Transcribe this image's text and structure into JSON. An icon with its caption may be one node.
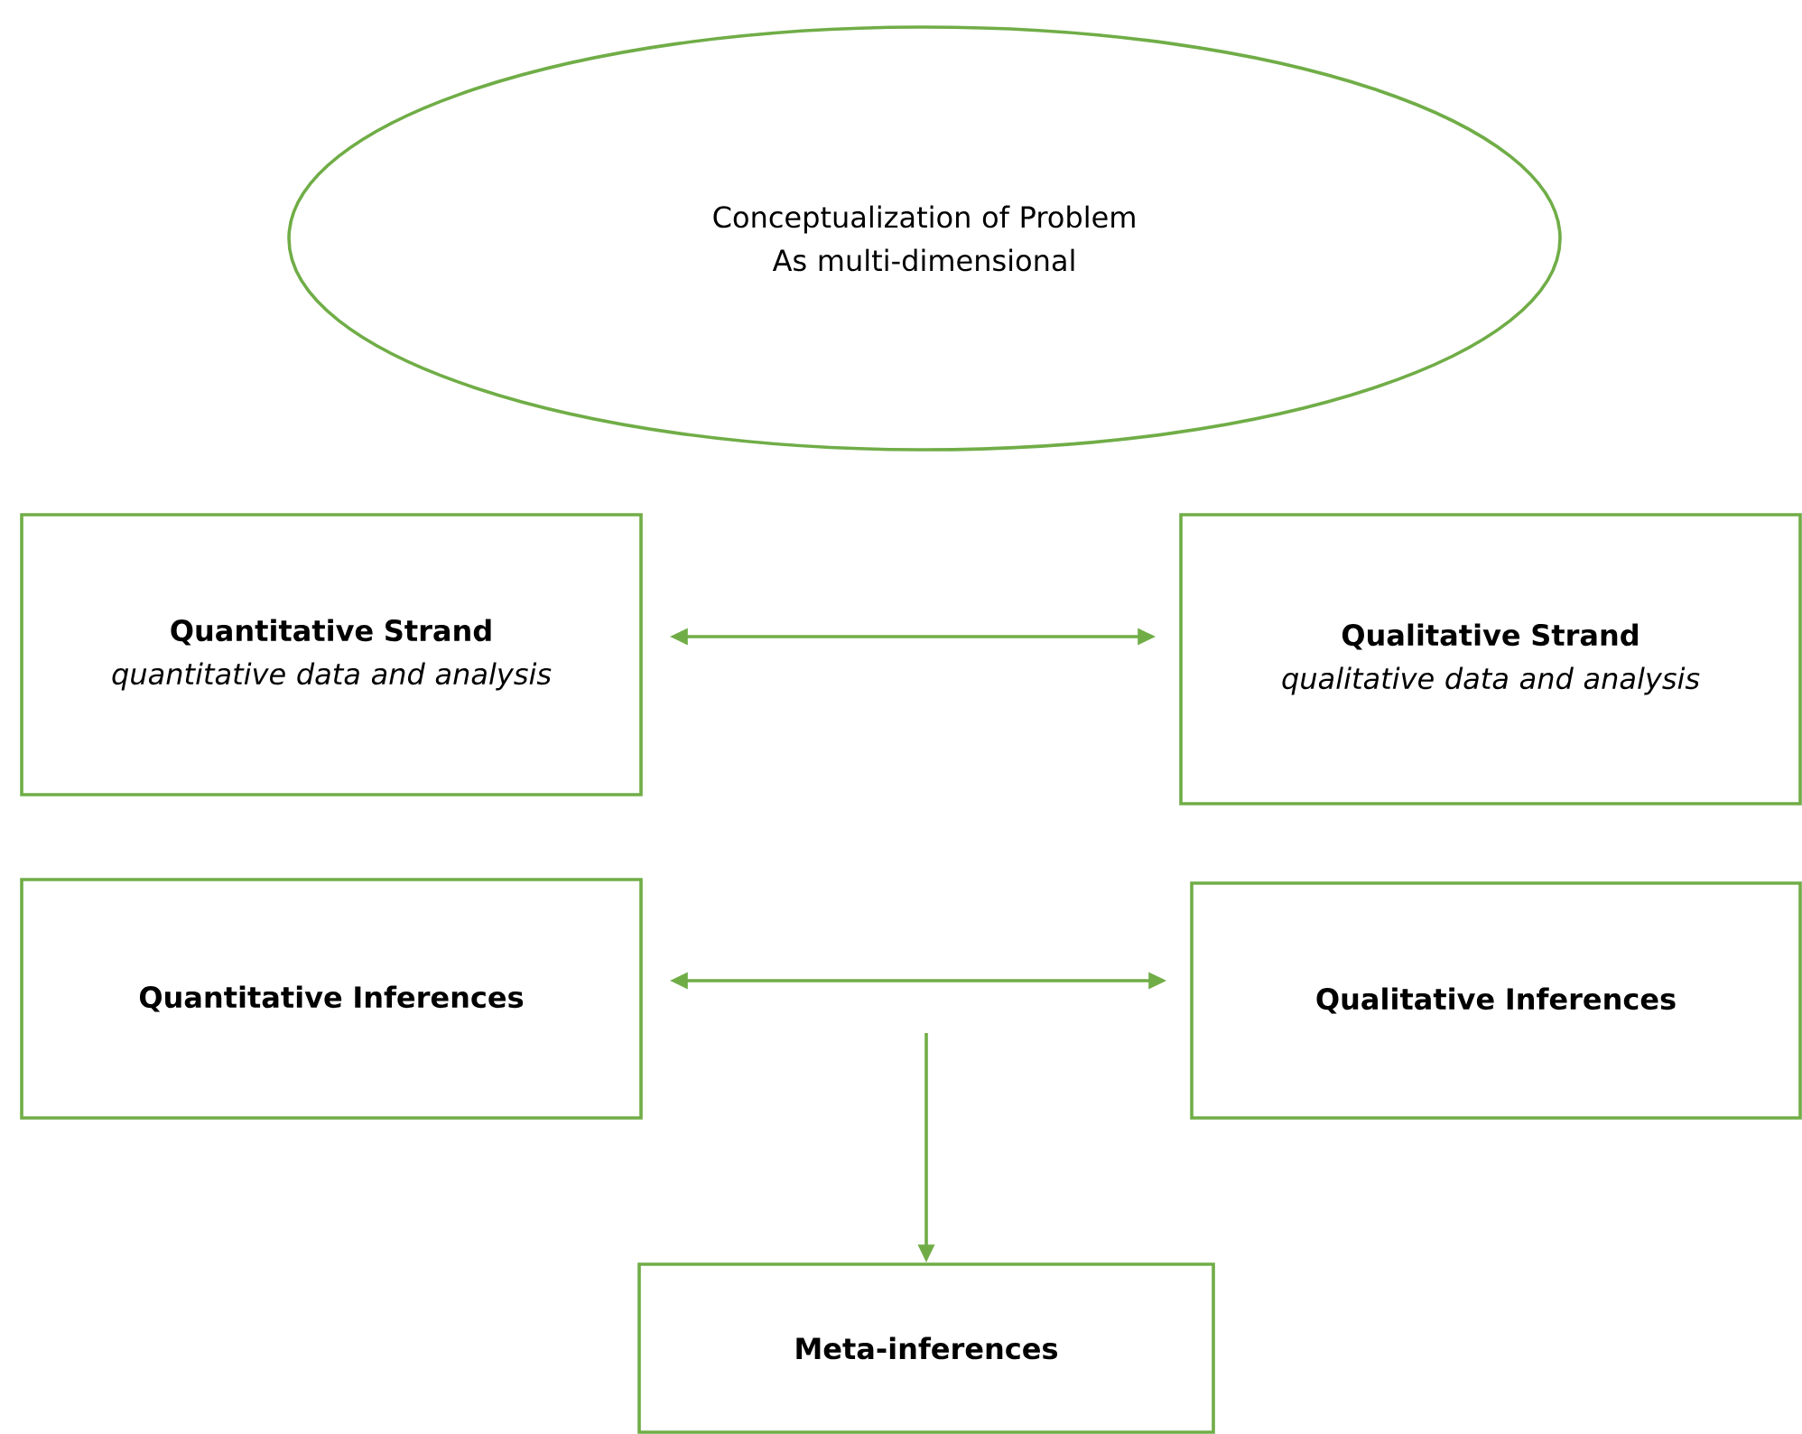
{
  "diagram": {
    "nodes": [
      {
        "text": [
          "Conceptualization of Problem As multi-dimensional"
        ]
      },
      {
        "text": [
          "Quantitative Strand",
          "quantitative data and analysis"
        ]
      },
      {
        "text": [
          "Qualitative Strand",
          "qualitative data and analysis"
        ]
      },
      {
        "text": [
          "Quantitative Inferences"
        ]
      },
      {
        "text": [
          "Qualitative Inferences"
        ]
      },
      {
        "text": [
          "Meta-inferences"
        ]
      }
    ],
    "edges": [
      {
        "from": 1,
        "to": 2,
        "arrow": "both"
      },
      {
        "from": 3,
        "to": 4,
        "arrow": "both"
      },
      {
        "from": null,
        "to": 5,
        "arrow": "to"
      }
    ]
  }
}
